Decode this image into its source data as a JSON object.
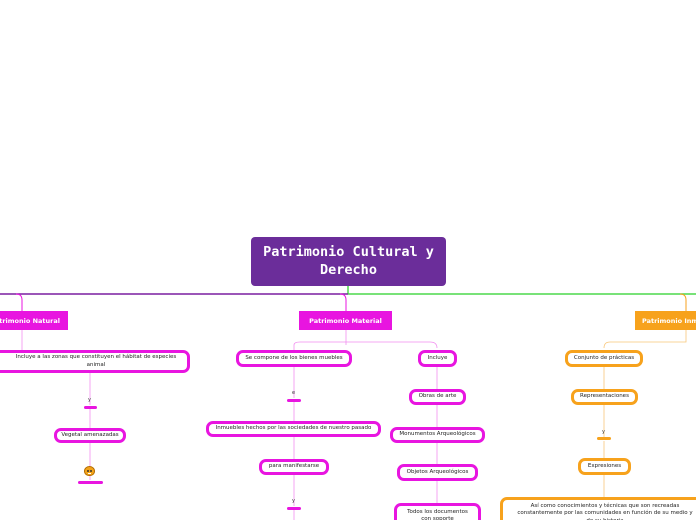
{
  "colors": {
    "root": "#6b2d9a",
    "material": "#e815e0",
    "natural": "#e815e0",
    "inmaterial": "#f7a21c",
    "line_purple": "#7a1fa0",
    "line_green": "#4cd84c"
  },
  "root": {
    "title": "Patrimonio Cultural y Derecho"
  },
  "natural": {
    "title": "Patrimonio Natural",
    "desc": "Incluye a las zonas que constituyen el hábitat de especies animal",
    "connector": "y",
    "item": "Vegetal amenazadas",
    "icon": "tiger-face-icon"
  },
  "material": {
    "title": "Patrimonio Material",
    "left": {
      "title": "Se compone de los bienes muebles",
      "connector1": "e",
      "item1": "Inmuebles hechos por las sociedades de nuestro pasado",
      "item2": "para manifestarse",
      "connector2": "y"
    },
    "right": {
      "title": "Incluye",
      "items": [
        "Obras de arte",
        "Monumentos Arqueológicos",
        "Objetos Arqueológicos",
        "Todos los documentos con soporte"
      ]
    }
  },
  "inmaterial": {
    "title": "Patrimonio Inmaterial",
    "items": [
      "Conjunto de prácticas",
      "Representaciones"
    ],
    "connector": "y",
    "item3": "Expresiones",
    "desc": "Así como conocimientos y técnicas que son recreadas constantemente por las comunidades en función de su medio y de su historia"
  }
}
